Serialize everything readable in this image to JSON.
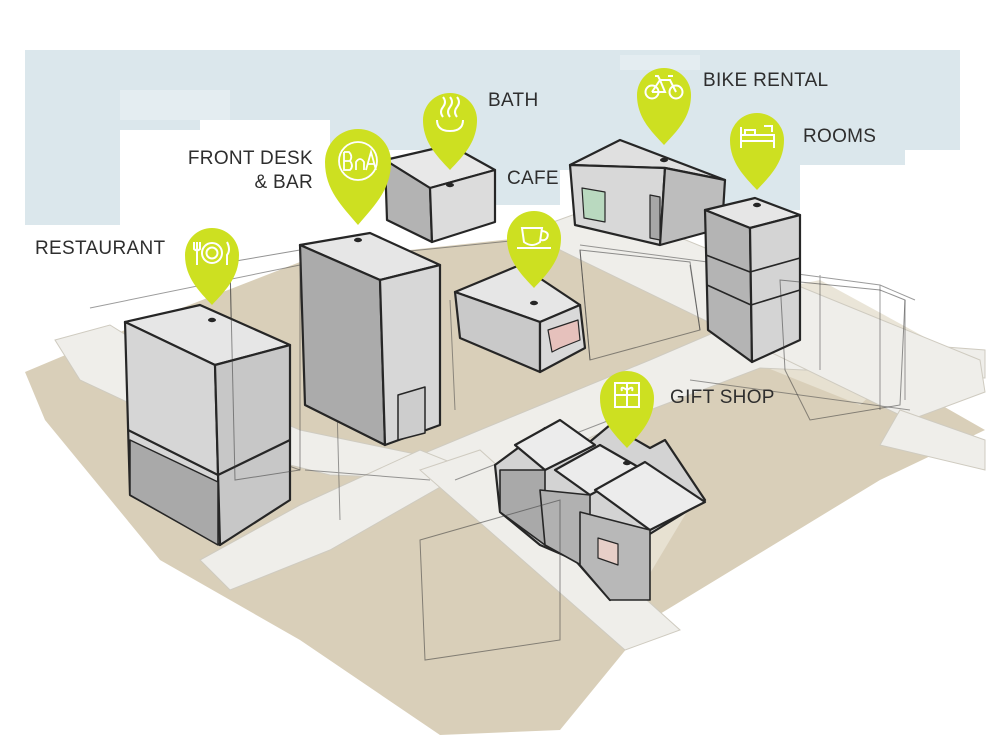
{
  "colors": {
    "sky": "#dbe7ec",
    "ground": "#d9cfb9",
    "road": "#efeeea",
    "building": "#d5d5d5",
    "building_shade": "#a9a9a9",
    "building_top": "#e6e6e6",
    "outline": "#262626",
    "pin": "#cde021",
    "pin_icon": "#ffffff",
    "label": "#2e2e2e"
  },
  "pins": [
    {
      "id": "restaurant",
      "label": "RESTAURANT",
      "icon": "plate-fork-knife-icon"
    },
    {
      "id": "front_desk",
      "label_line1": "FRONT DESK",
      "label_line2": "& BAR",
      "icon": "bar-logo-icon"
    },
    {
      "id": "bath",
      "label": "BATH",
      "icon": "hot-spring-icon"
    },
    {
      "id": "cafe",
      "label": "CAFE",
      "icon": "coffee-cup-icon"
    },
    {
      "id": "bike",
      "label": "BIKE RENTAL",
      "icon": "bicycle-icon"
    },
    {
      "id": "rooms",
      "label": "ROOMS",
      "icon": "bed-icon"
    },
    {
      "id": "gift",
      "label": "GIFT SHOP",
      "icon": "gift-box-icon"
    }
  ]
}
